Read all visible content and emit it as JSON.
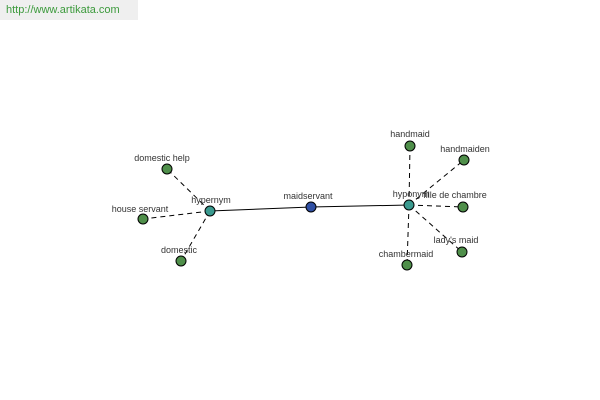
{
  "site": {
    "url": "http://www.artikata.com"
  },
  "graph": {
    "center": {
      "id": "maidservant",
      "label": "maidservant",
      "color": "#2f4fa3"
    },
    "hub_color": "#3a9a8f",
    "leaf_color": "#4f8f4a",
    "hubs": [
      {
        "id": "hub-left",
        "label": "hypernym",
        "leaves": [
          {
            "id": "domestic-help",
            "label": "domestic help"
          },
          {
            "id": "house-servant",
            "label": "house servant"
          },
          {
            "id": "domestic",
            "label": "domestic"
          }
        ]
      },
      {
        "id": "hub-right",
        "label": "hyponym",
        "leaves": [
          {
            "id": "handmaid",
            "label": "handmaid"
          },
          {
            "id": "handmaiden",
            "label": "handmaiden"
          },
          {
            "id": "fille-de-chambre",
            "label": "fille de chambre"
          },
          {
            "id": "ladys-maid",
            "label": "lady's maid"
          },
          {
            "id": "chambermaid",
            "label": "chambermaid"
          }
        ]
      }
    ]
  }
}
